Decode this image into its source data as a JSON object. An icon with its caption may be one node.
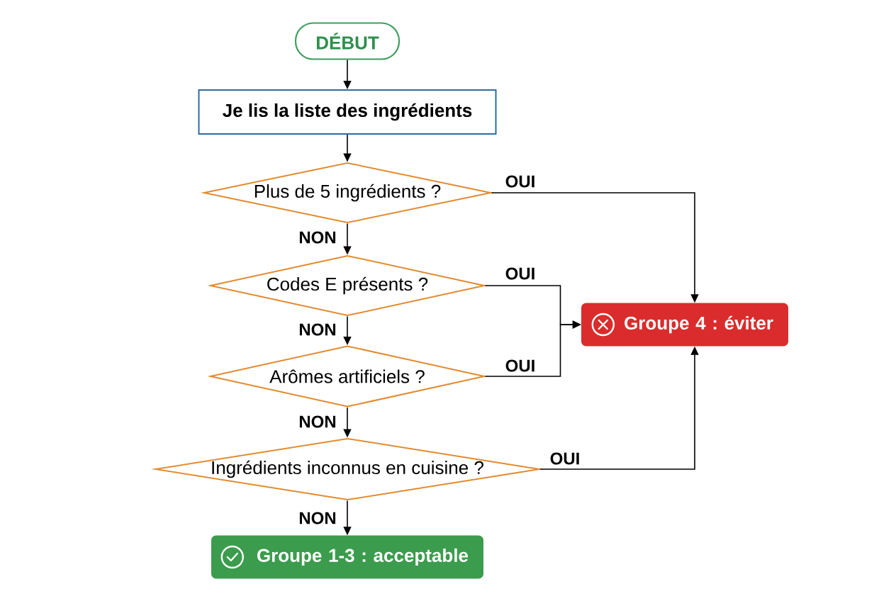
{
  "diagram": {
    "nodes": [
      {
        "text": [
          "DÉBUT"
        ]
      },
      {
        "text": [
          "Je lis la liste des ingrédients"
        ]
      },
      {
        "text": [
          "Plus de 5 ingrédients ?"
        ]
      },
      {
        "text": [
          "Codes E présents ?"
        ]
      },
      {
        "text": [
          "Arômes artificiels ?"
        ]
      },
      {
        "text": [
          "Ingrédients inconnus en cuisine ?"
        ]
      },
      {
        "text": [
          "Groupe 4 : éviter"
        ]
      },
      {
        "text": [
          "Groupe 1-3 : acceptable"
        ]
      }
    ],
    "edges": [
      {
        "from": 0,
        "to": 1,
        "arrow": "to"
      },
      {
        "from": 1,
        "to": 2,
        "arrow": "to"
      },
      {
        "from": 2,
        "to": 3,
        "arrow": "to",
        "label": "NON"
      },
      {
        "from": 3,
        "to": 4,
        "arrow": "to",
        "label": "NON"
      },
      {
        "from": 4,
        "to": 5,
        "arrow": "to",
        "label": "NON"
      },
      {
        "from": 5,
        "to": 7,
        "arrow": "to",
        "label": "NON"
      },
      {
        "from": 2,
        "to": 6,
        "arrow": "to",
        "label": "OUI"
      },
      {
        "from": 3,
        "to": 6,
        "arrow": "to",
        "label": "OUI"
      },
      {
        "from": 4,
        "to": 6,
        "arrow": "to",
        "label": "OUI"
      },
      {
        "from": 5,
        "to": 6,
        "arrow": "to",
        "label": "OUI"
      }
    ]
  }
}
